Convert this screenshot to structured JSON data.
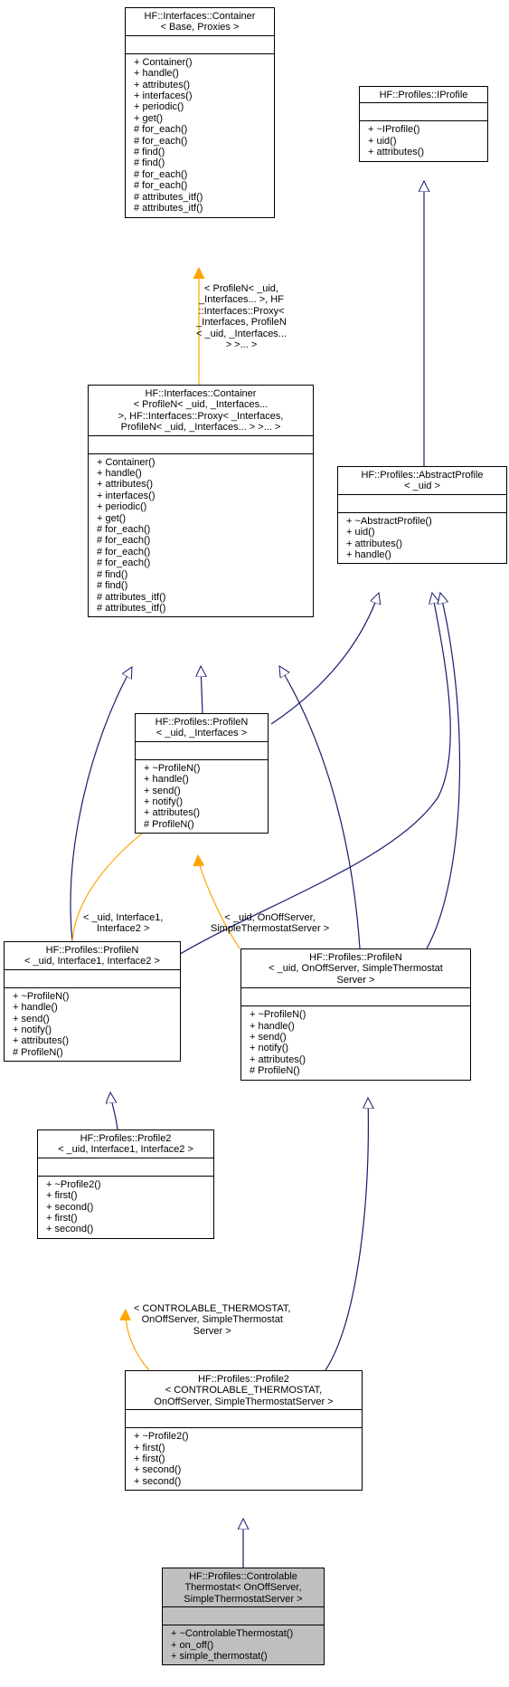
{
  "nodes": [
    {
      "id": "container_base",
      "title": [
        "HF::Interfaces::Container",
        "< Base, Proxies >"
      ],
      "methods": [
        "+ Container()",
        "+ handle()",
        "+ attributes()",
        "+ interfaces()",
        "+ periodic()",
        "+ get()",
        "# for_each()",
        "# for_each()",
        "# find()",
        "# find()",
        "# for_each()",
        "# for_each()",
        "# attributes_itf()",
        "# attributes_itf()"
      ]
    },
    {
      "id": "iprofile",
      "title": [
        "HF::Profiles::IProfile"
      ],
      "methods": [
        "+ ~IProfile()",
        "+ uid()",
        "+ attributes()"
      ]
    },
    {
      "id": "container_profilen",
      "title": [
        "HF::Interfaces::Container",
        "< ProfileN< _uid, _Interfaces...",
        " >, HF::Interfaces::Proxy< _Interfaces,",
        " ProfileN< _uid, _Interfaces... > >... >"
      ],
      "methods": [
        "+ Container()",
        "+ handle()",
        "+ attributes()",
        "+ interfaces()",
        "+ periodic()",
        "+ get()",
        "# for_each()",
        "# for_each()",
        "# for_each()",
        "# for_each()",
        "# find()",
        "# find()",
        "# attributes_itf()",
        "# attributes_itf()"
      ]
    },
    {
      "id": "abstractprofile",
      "title": [
        "HF::Profiles::AbstractProfile",
        "< _uid >"
      ],
      "methods": [
        "+ ~AbstractProfile()",
        "+ uid()",
        "+ attributes()",
        "+ handle()"
      ]
    },
    {
      "id": "profilen_generic",
      "title": [
        "HF::Profiles::ProfileN",
        "< _uid, _Interfaces >"
      ],
      "methods": [
        "+ ~ProfileN()",
        "+ handle()",
        "+ send()",
        "+ notify()",
        "+ attributes()",
        "# ProfileN()"
      ]
    },
    {
      "id": "profilen_i1i2",
      "title": [
        "HF::Profiles::ProfileN",
        "< _uid, Interface1, Interface2 >"
      ],
      "methods": [
        "+ ~ProfileN()",
        "+ handle()",
        "+ send()",
        "+ notify()",
        "+ attributes()",
        "# ProfileN()"
      ]
    },
    {
      "id": "profilen_onoff",
      "title": [
        "HF::Profiles::ProfileN",
        "< _uid, OnOffServer, SimpleThermostat",
        "Server >"
      ],
      "methods": [
        "+ ~ProfileN()",
        "+ handle()",
        "+ send()",
        "+ notify()",
        "+ attributes()",
        "# ProfileN()"
      ]
    },
    {
      "id": "profile2_i1i2",
      "title": [
        "HF::Profiles::Profile2",
        "< _uid, Interface1, Interface2 >"
      ],
      "methods": [
        "+ ~Profile2()",
        "+ first()",
        "+ second()",
        "+ first()",
        "+ second()"
      ]
    },
    {
      "id": "profile2_thermo",
      "title": [
        "HF::Profiles::Profile2",
        "< CONTROLABLE_THERMOSTAT,",
        "OnOffServer, SimpleThermostatServer >"
      ],
      "methods": [
        "+ ~Profile2()",
        "+ first()",
        "+ first()",
        "+ second()",
        "+ second()"
      ]
    },
    {
      "id": "controlable_thermostat",
      "title": [
        "HF::Profiles::Controlable",
        "Thermostat< OnOffServer,",
        "SimpleThermostatServer >"
      ],
      "methods": [
        "+ ~ControlableThermostat()",
        "+ on_off()",
        "+ simple_thermostat()"
      ]
    }
  ],
  "edge_labels": [
    {
      "id": "lbl_container",
      "lines": [
        "< ProfileN< _uid,",
        " _Interfaces... >, HF",
        "::Interfaces::Proxy<",
        " _Interfaces, ProfileN",
        "< _uid, _Interfaces...",
        " > >... >"
      ]
    },
    {
      "id": "lbl_i1i2",
      "lines": [
        "< _uid, Interface1,",
        " Interface2 >"
      ]
    },
    {
      "id": "lbl_onoff",
      "lines": [
        "< _uid, OnOffServer,",
        " SimpleThermostatServer >"
      ]
    },
    {
      "id": "lbl_thermo",
      "lines": [
        "< CONTROLABLE_THERMOSTAT,",
        " OnOffServer, SimpleThermostat",
        "Server >"
      ]
    }
  ],
  "colors": {
    "inheritance": "#191970",
    "template": "#ffa500",
    "highlight_fill": "#bfbfbf"
  }
}
